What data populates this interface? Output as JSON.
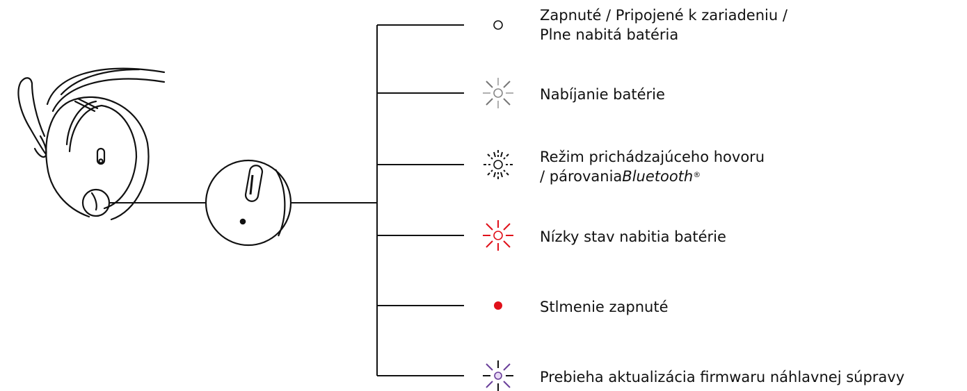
{
  "legend": [
    {
      "id": "on",
      "line1": "Zapnuté / Pripojené k zariadeniu /",
      "line2": "Plne nabitá batéria",
      "icon": "hollow-circle-icon",
      "color": "#111111"
    },
    {
      "id": "charging",
      "line1": "Nabíjanie batérie",
      "icon": "pulsing-white-light-icon",
      "color": "#9a9a9a"
    },
    {
      "id": "pairing",
      "line1": "Režim prichádzajúceho hovoru",
      "line2_prefix": "/ párovania",
      "line2_italic": "Bluetooth",
      "line2_sup": "®",
      "icon": "fast-blinking-white-light-icon",
      "color": "#111111"
    },
    {
      "id": "low-battery",
      "line1": "Nízky stav nabitia batérie",
      "icon": "blinking-red-light-icon",
      "color": "#e0101a"
    },
    {
      "id": "mute",
      "line1": "Stlmenie zapnuté",
      "icon": "solid-red-dot-icon",
      "color": "#e0101a"
    },
    {
      "id": "firmware",
      "line1": "Prebieha aktualizácia firmwaru náhlavnej súpravy",
      "icon": "blinking-purple-light-icon",
      "color": "#6a3f9a"
    }
  ]
}
